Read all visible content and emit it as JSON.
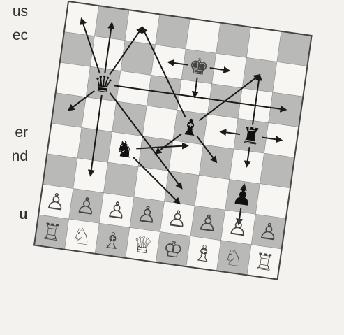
{
  "margin_text": [
    "us",
    "ec",
    "er",
    "nd",
    "u"
  ],
  "colors": {
    "light_square": "#f7f6f3",
    "dark_square": "#b9b9b7",
    "border": "#444444",
    "arrow": "#1a1a1a",
    "black_piece": "#111111",
    "white_piece_fill": "#ffffff",
    "white_piece_outline": "#444444"
  },
  "board": {
    "ranks": [
      [
        "",
        "",
        "",
        "",
        "",
        "",
        "",
        ""
      ],
      [
        "",
        "",
        "",
        "",
        "",
        "",
        "",
        ""
      ],
      [
        "",
        "",
        "",
        "",
        "",
        "",
        "",
        ""
      ],
      [
        "",
        "",
        "",
        "",
        "",
        "",
        "",
        ""
      ],
      [
        "",
        "",
        "",
        "",
        "",
        "",
        "",
        ""
      ],
      [
        "",
        "",
        "",
        "",
        "",
        "",
        "",
        ""
      ],
      [
        "",
        "",
        "",
        "",
        "",
        "",
        "",
        ""
      ],
      [
        "",
        "",
        "",
        "",
        "",
        "",
        "",
        ""
      ]
    ]
  },
  "pieces": [
    {
      "name": "black-king-piece",
      "glyph": "♚",
      "color": "white",
      "col": 4,
      "row": 1
    },
    {
      "name": "black-queen-piece",
      "glyph": "♛",
      "color": "black",
      "col": 1,
      "row": 2
    },
    {
      "name": "black-bishop-piece",
      "glyph": "♝",
      "color": "black",
      "col": 4,
      "row": 3
    },
    {
      "name": "black-rook-piece",
      "glyph": "♜",
      "color": "black",
      "col": 6,
      "row": 3
    },
    {
      "name": "black-knight-piece",
      "glyph": "♞",
      "color": "black",
      "col": 2,
      "row": 4
    },
    {
      "name": "black-pawn-piece",
      "glyph": "♟",
      "color": "black",
      "col": 6,
      "row": 5
    },
    {
      "name": "white-pawn-a",
      "glyph": "♙",
      "color": "white",
      "col": 0,
      "row": 6
    },
    {
      "name": "white-pawn-b",
      "glyph": "♙",
      "color": "white",
      "col": 1,
      "row": 6
    },
    {
      "name": "white-pawn-c",
      "glyph": "♙",
      "color": "white",
      "col": 2,
      "row": 6
    },
    {
      "name": "white-pawn-d",
      "glyph": "♙",
      "color": "white",
      "col": 3,
      "row": 6
    },
    {
      "name": "white-pawn-e",
      "glyph": "♙",
      "color": "white",
      "col": 4,
      "row": 6
    },
    {
      "name": "white-pawn-f",
      "glyph": "♙",
      "color": "white",
      "col": 5,
      "row": 6
    },
    {
      "name": "white-pawn-g",
      "glyph": "♙",
      "color": "white",
      "col": 6,
      "row": 6
    },
    {
      "name": "white-pawn-h",
      "glyph": "♙",
      "color": "white",
      "col": 7,
      "row": 6
    },
    {
      "name": "white-rook-a",
      "glyph": "♖",
      "color": "white",
      "col": 0,
      "row": 7
    },
    {
      "name": "white-knight-b",
      "glyph": "♘",
      "color": "white",
      "col": 1,
      "row": 7
    },
    {
      "name": "white-bishop-c",
      "glyph": "♗",
      "color": "white",
      "col": 2,
      "row": 7
    },
    {
      "name": "white-queen-d",
      "glyph": "♕",
      "color": "white",
      "col": 3,
      "row": 7
    },
    {
      "name": "white-king-e",
      "glyph": "♔",
      "color": "white",
      "col": 4,
      "row": 7
    },
    {
      "name": "white-bishop-f",
      "glyph": "♗",
      "color": "white",
      "col": 5,
      "row": 7
    },
    {
      "name": "white-knight-g",
      "glyph": "♘",
      "color": "white",
      "col": 6,
      "row": 7
    },
    {
      "name": "white-rook-h",
      "glyph": "♖",
      "color": "white",
      "col": 7,
      "row": 7
    }
  ],
  "arrows": [
    {
      "name": "queen-arrow-up-left",
      "from": [
        1,
        2
      ],
      "to": [
        0,
        0
      ]
    },
    {
      "name": "queen-arrow-up",
      "from": [
        1,
        2
      ],
      "to": [
        1,
        0
      ]
    },
    {
      "name": "queen-arrow-up-right",
      "from": [
        1,
        2
      ],
      "to": [
        2,
        0
      ]
    },
    {
      "name": "queen-arrow-right",
      "from": [
        1,
        2
      ],
      "to": [
        7,
        2
      ]
    },
    {
      "name": "queen-arrow-down-left",
      "from": [
        1,
        2
      ],
      "to": [
        0,
        3
      ]
    },
    {
      "name": "queen-arrow-down",
      "from": [
        1,
        2
      ],
      "to": [
        1,
        5
      ]
    },
    {
      "name": "queen-arrow-down-right",
      "from": [
        1,
        2
      ],
      "to": [
        4,
        5
      ]
    },
    {
      "name": "king-arrow-left",
      "from": [
        4,
        1
      ],
      "to": [
        3,
        1
      ]
    },
    {
      "name": "king-arrow-right",
      "from": [
        4,
        1
      ],
      "to": [
        5,
        1
      ]
    },
    {
      "name": "king-arrow-down",
      "from": [
        4,
        1
      ],
      "to": [
        4,
        2
      ]
    },
    {
      "name": "bishop-arrow-up-right",
      "from": [
        4,
        3
      ],
      "to": [
        6,
        1
      ]
    },
    {
      "name": "bishop-arrow-up-left",
      "from": [
        4,
        3
      ],
      "to": [
        2,
        0
      ]
    },
    {
      "name": "bishop-arrow-down-left",
      "from": [
        4,
        3
      ],
      "to": [
        3,
        4
      ]
    },
    {
      "name": "bishop-arrow-down-right",
      "from": [
        4,
        3
      ],
      "to": [
        5,
        4
      ]
    },
    {
      "name": "rook-arrow-up",
      "from": [
        6,
        3
      ],
      "to": [
        6,
        1
      ]
    },
    {
      "name": "rook-arrow-left",
      "from": [
        6,
        3
      ],
      "to": [
        5,
        3
      ]
    },
    {
      "name": "rook-arrow-right",
      "from": [
        6,
        3
      ],
      "to": [
        7,
        3
      ]
    },
    {
      "name": "rook-arrow-down",
      "from": [
        6,
        3
      ],
      "to": [
        6,
        4
      ]
    },
    {
      "name": "knight-arrow-up",
      "from": [
        2,
        4
      ],
      "to": [
        4,
        3.6
      ]
    },
    {
      "name": "knight-arrow-down",
      "from": [
        2,
        4
      ],
      "to": [
        4,
        5.5
      ]
    },
    {
      "name": "pawn-arrow-up",
      "from": [
        6,
        5
      ],
      "to": [
        6,
        4.6
      ]
    },
    {
      "name": "pawn-arrow-down",
      "from": [
        6,
        5
      ],
      "to": [
        6,
        5.9
      ]
    }
  ]
}
